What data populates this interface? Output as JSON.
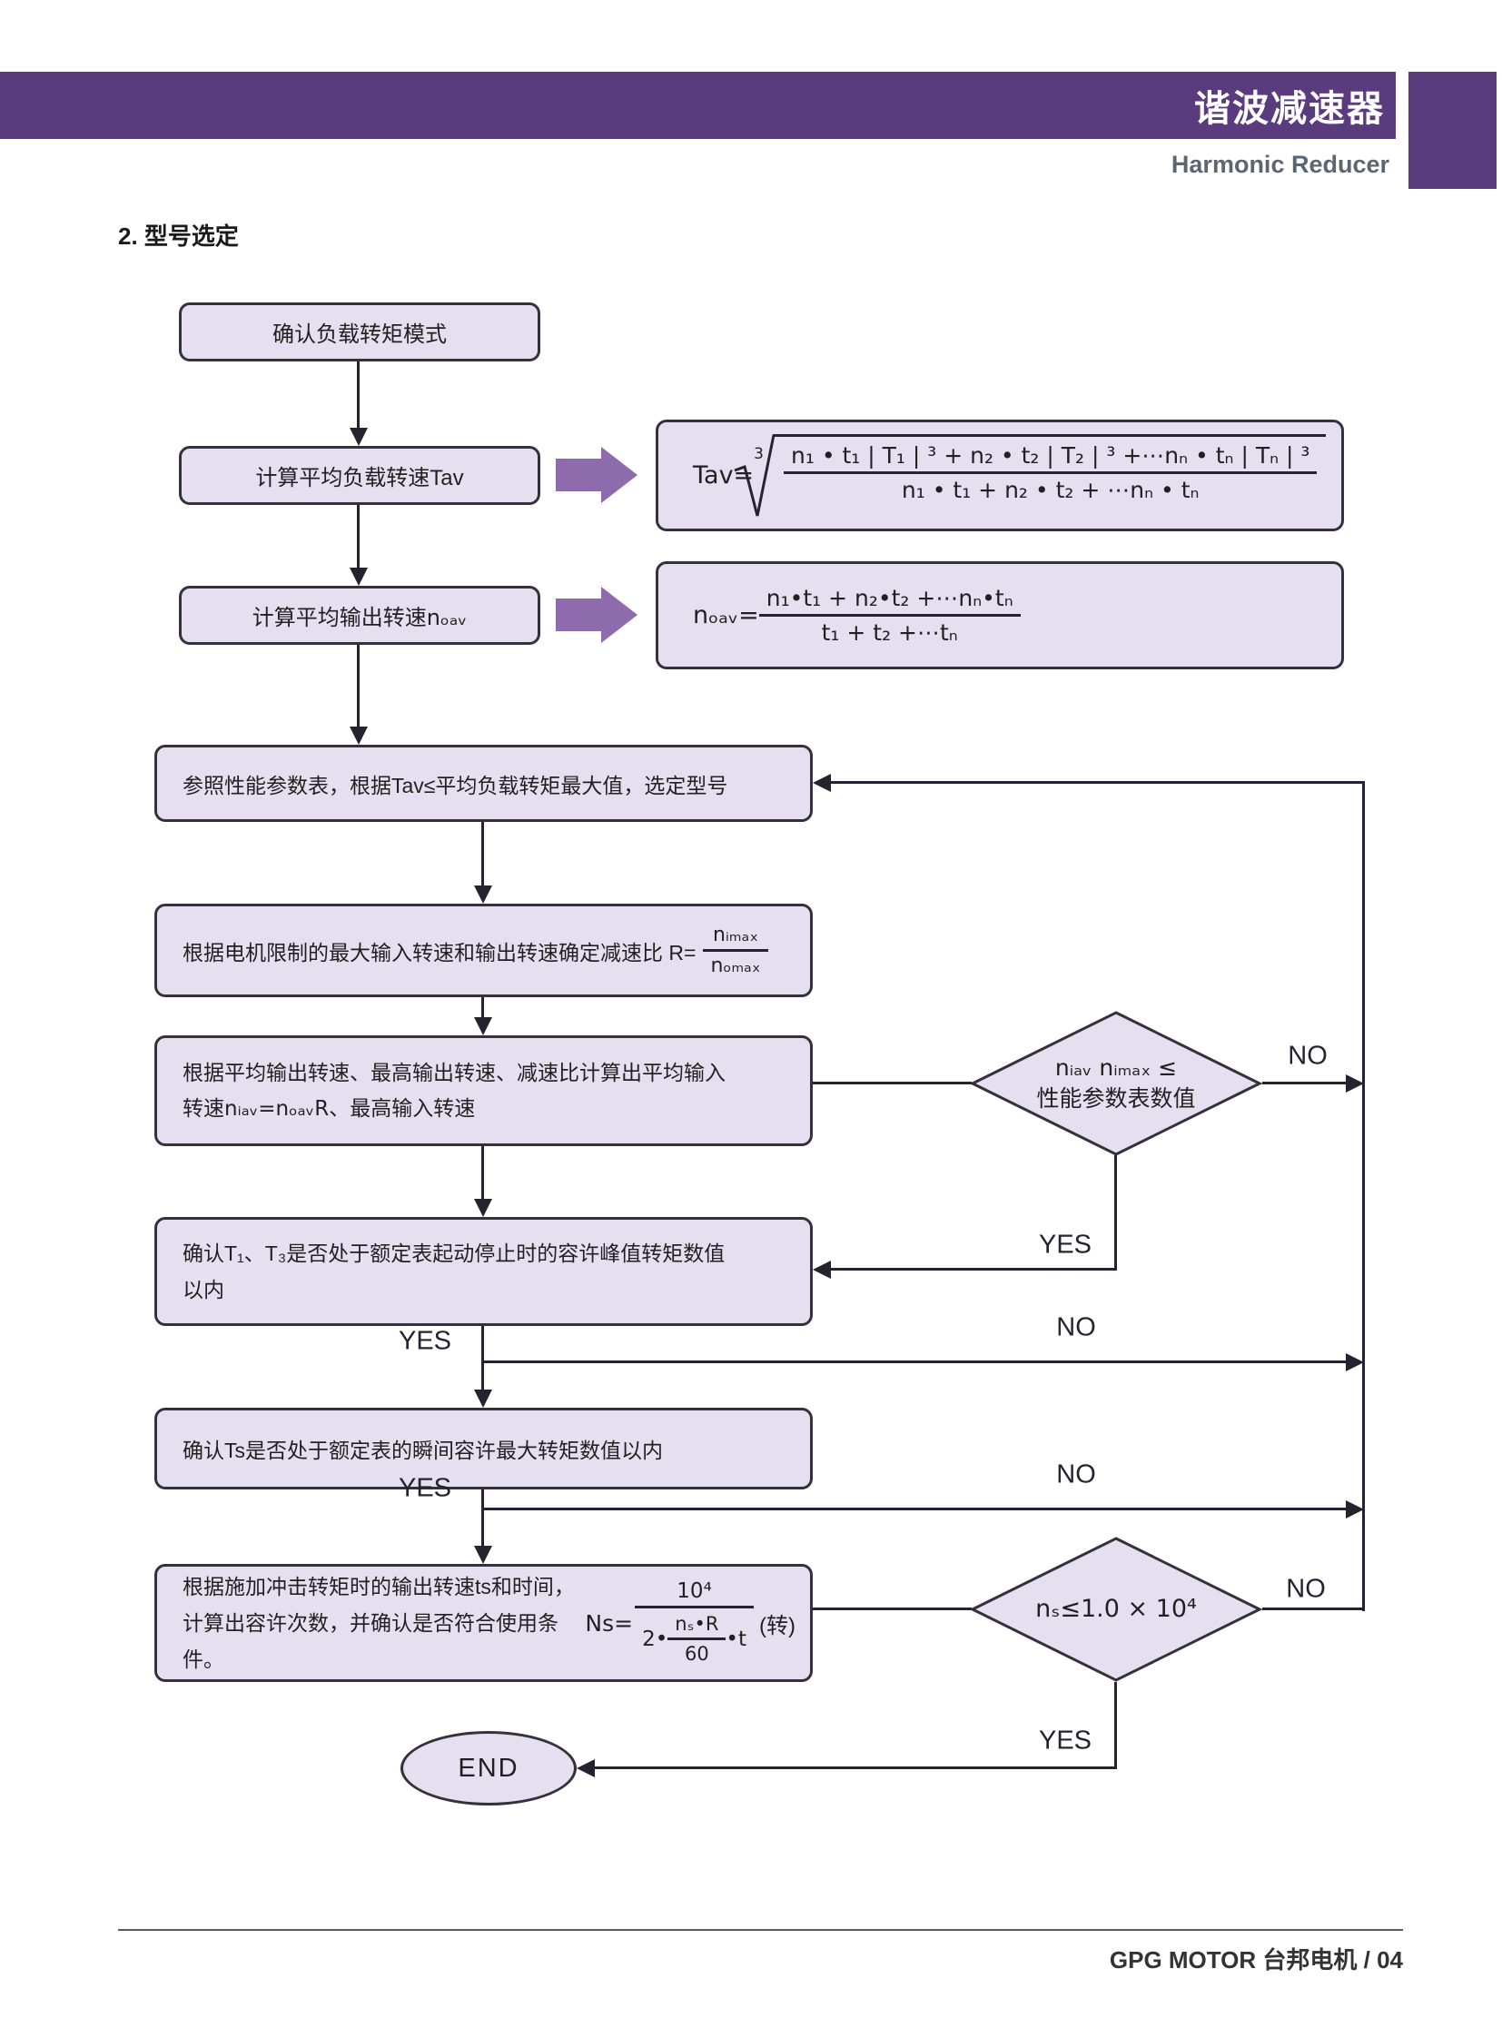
{
  "header": {
    "banner_title": "谐波减速器",
    "subtitle": "Harmonic Reducer"
  },
  "section_title": "2. 型号选定",
  "colors": {
    "banner_purple": "#5a3b7e",
    "node_fill": "#e6dff0",
    "node_border": "#35303c",
    "block_arrow_purple": "#8d6bad",
    "line_color": "#272230",
    "subtitle_gray": "#5c6670"
  },
  "flow": {
    "box_confirm_load_torque": "确认负载转矩模式",
    "box_avg_load_speed": "计算平均负载转速Tav",
    "box_avg_output_speed": "计算平均输出转速nₒₐᵥ",
    "box_select_model": "参照性能参数表，根据Tav≤平均负载转矩最大值，选定型号",
    "box_reduction_ratio_text": "根据电机限制的最大输入转速和输出转速确定减速比 R=",
    "box_reduction_ratio_num": "nᵢₘₐₓ",
    "box_reduction_ratio_den": "nₒₘₐₓ",
    "box_input_speed_line1": "根据平均输出转速、最高输出转速、减速比计算出平均输入",
    "box_input_speed_line2": "转速nᵢₐᵥ=nₒₐᵥR、最高输入转速",
    "box_confirm_t1_t3_line1": "确认T₁、T₃是否处于额定表起动停止时的容许峰值转矩数值",
    "box_confirm_t1_t3_line2": "以内",
    "box_confirm_ts": "确认Ts是否处于额定表的瞬间容许最大转矩数值以内",
    "box_impact_line1": "根据施加冲击转矩时的输出转速ts和时间，",
    "box_impact_line2": "计算出容许次数，并确认是否符合使用条件。"
  },
  "formulas": {
    "tav": {
      "lhs": "Tav=",
      "root_index": "3",
      "num": "n₁ • t₁ | T₁ | ³ + n₂ • t₂ | T₂ | ³ +⋯nₙ • tₙ | Tₙ | ³",
      "den": "n₁ • t₁ + n₂ • t₂ + ⋯nₙ • tₙ"
    },
    "noav": {
      "lhs": "nₒₐᵥ=",
      "num": "n₁•t₁ + n₂•t₂ +⋯nₙ•tₙ",
      "den": "t₁ + t₂ +⋯tₙ"
    },
    "ns": {
      "lhs": "Ns=",
      "num": "10⁴",
      "den_pre": "2•",
      "inner_num": "nₛ•R",
      "inner_den": "60",
      "den_post": "•t",
      "suffix": "(转)"
    }
  },
  "decisions": {
    "d1_line1": "nᵢₐᵥ nᵢₘₐₓ ≤",
    "d1_line2": "性能参数表数值",
    "d2": "nₛ≤1.0 × 10⁴"
  },
  "labels": {
    "yes": "YES",
    "no": "NO",
    "end": "END"
  },
  "footer": {
    "text": "GPG MOTOR 台邦电机  /  04"
  }
}
